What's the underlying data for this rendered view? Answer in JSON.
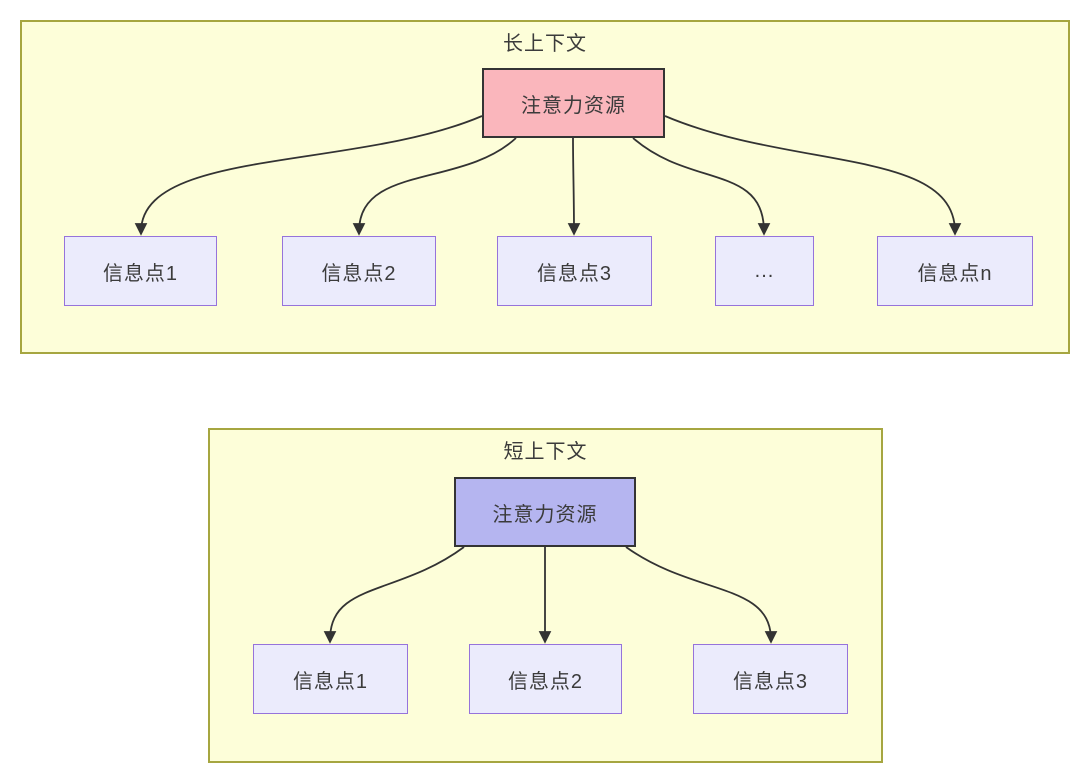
{
  "diagram": {
    "panels": [
      {
        "name": "long-context",
        "title": "长上下文",
        "attention": {
          "label": "注意力资源",
          "fill": "#fab6bc",
          "border": "#343434"
        },
        "nodes": [
          {
            "label": "信息点1"
          },
          {
            "label": "信息点2"
          },
          {
            "label": "信息点3"
          },
          {
            "label": "..."
          },
          {
            "label": "信息点n"
          }
        ]
      },
      {
        "name": "short-context",
        "title": "短上下文",
        "attention": {
          "label": "注意力资源",
          "fill": "#b5b5f0",
          "border": "#343434"
        },
        "nodes": [
          {
            "label": "信息点1"
          },
          {
            "label": "信息点2"
          },
          {
            "label": "信息点3"
          }
        ]
      }
    ],
    "colors": {
      "panel_bg": "#fdfed9",
      "panel_border": "#a6a640",
      "info_node_bg": "#ebebfc",
      "info_node_border": "#9673db",
      "arrow": "#333333",
      "text": "#3b3b3b"
    }
  }
}
